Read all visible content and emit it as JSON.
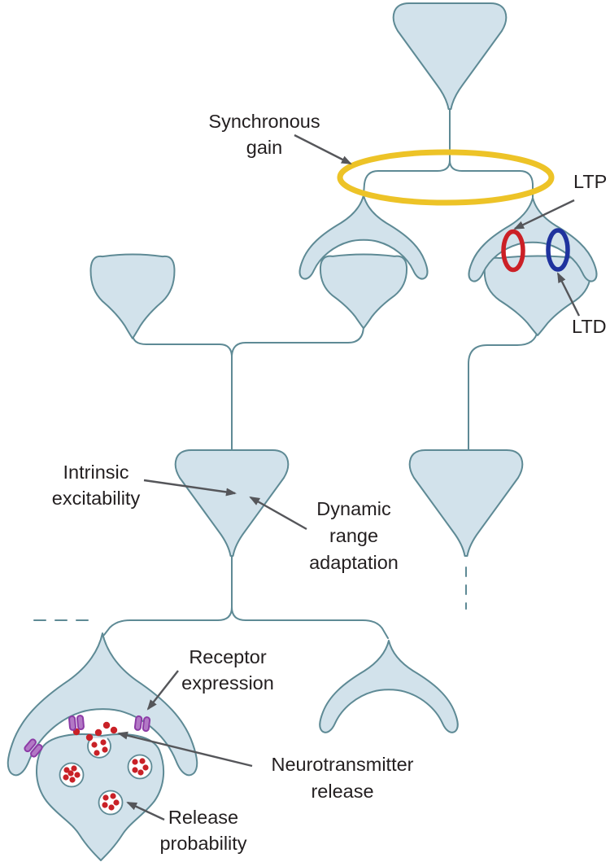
{
  "colors": {
    "neuron_fill": "#d2e2eb",
    "membrane": "#5e8a95",
    "gain_ring": "#edc327",
    "ltp_ring": "#cb2026",
    "ltd_ring": "#1f339e",
    "receptor_fill": "#b278c5",
    "receptor_border": "#8c3ba6",
    "nt_red": "#c92127",
    "arrow": "#55565a",
    "text": "#231f20"
  },
  "annotations": [
    {
      "id": "synchronous-gain",
      "label": "Synchronous\ngain",
      "target": "yellow ring around axon branch point"
    },
    {
      "id": "ltp",
      "label": "LTP",
      "target": "red ring at synaptic cleft"
    },
    {
      "id": "ltd",
      "label": "LTD",
      "target": "blue ring at synaptic cleft"
    },
    {
      "id": "intrinsic-excitability",
      "label": "Intrinsic\nexcitability",
      "target": "middle neuron soma"
    },
    {
      "id": "dynamic-range-adaptation",
      "label": "Dynamic\nrange\nadaptation",
      "target": "middle neuron soma"
    },
    {
      "id": "receptor-expression",
      "label": "Receptor\nexpression",
      "target": "purple receptors on postsynaptic membrane"
    },
    {
      "id": "neurotransmitter-release",
      "label": "Neurotransmitter\nrelease",
      "target": "neurotransmitter dots in synaptic cleft"
    },
    {
      "id": "release-probability",
      "label": "Release\nprobability",
      "target": "vesicle in presynaptic bouton"
    }
  ]
}
